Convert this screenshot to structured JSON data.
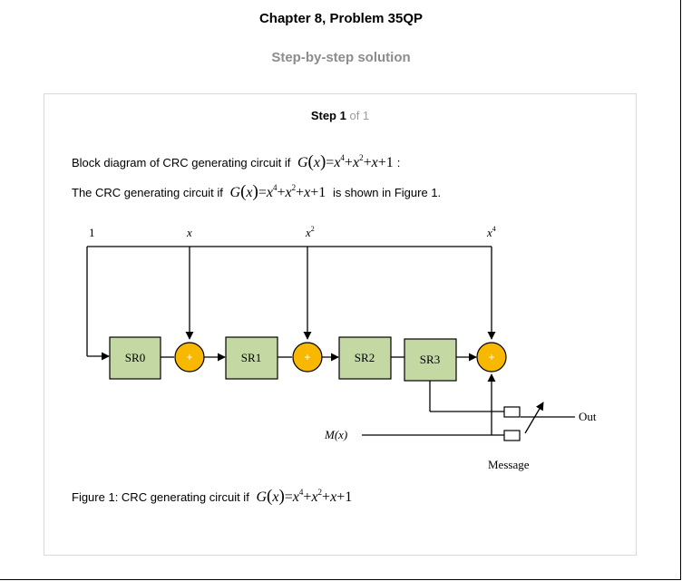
{
  "header": {
    "title": "Chapter 8, Problem 35QP",
    "subtitle": "Step-by-step solution"
  },
  "step": {
    "label": "Step 1",
    "of": "of 1"
  },
  "content": {
    "line1_prefix": "Block diagram of CRC generating circuit if",
    "line1_suffix": ":",
    "line2_prefix": "The CRC generating circuit if",
    "line2_suffix": "is shown in Figure 1.",
    "caption_prefix": "Figure 1: CRC generating circuit if"
  },
  "formula": {
    "g": "G",
    "x": "x",
    "plus1": "+1",
    "exp4": "4",
    "exp2": "2"
  },
  "diagram": {
    "tap_1": "1",
    "tap_x": "x",
    "tap_x2_base": "x",
    "tap_x2_exp": "2",
    "tap_x4_base": "x",
    "tap_x4_exp": "4",
    "registers": [
      "SR0",
      "SR1",
      "SR2",
      "SR3"
    ],
    "adder_symbol": "+",
    "message_input": "M(x)",
    "out_label": "Out",
    "message_label": "Message",
    "colors": {
      "register_fill": "#c4d8a4",
      "adder_fill": "#f9b800",
      "line": "#000000"
    }
  }
}
